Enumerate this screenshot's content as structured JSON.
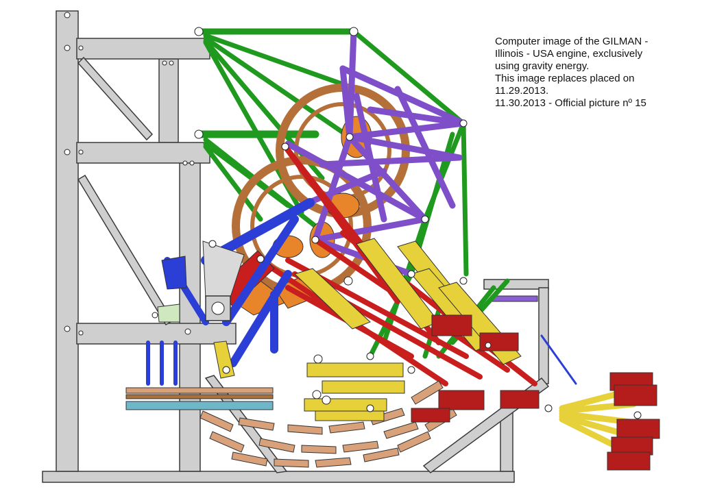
{
  "caption": {
    "lines": [
      "Computer image of the GILMAN -",
      "Illinois - USA engine, exclusively",
      "using gravity energy.",
      "This image replaces placed on",
      "11.29.2013.",
      "11.30.2013 - Official picture nº 15"
    ]
  },
  "colors": {
    "frame": "#cfcfcf",
    "frame_edge": "#3a3a3a",
    "green": "#1f9a1f",
    "purple": "#7f4fc9",
    "brown": "#b5703a",
    "orange": "#e8842a",
    "red": "#c81e1e",
    "blue": "#2b3fd6",
    "yellow": "#e6d13a",
    "tan": "#d9a17a",
    "dark_red": "#b51c1c"
  }
}
